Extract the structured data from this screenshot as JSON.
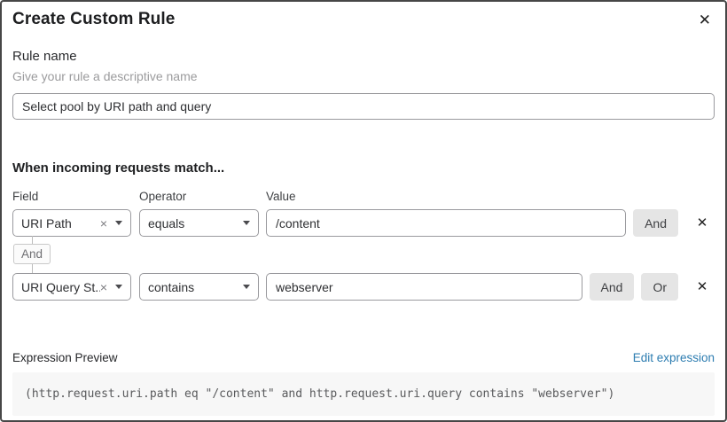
{
  "dialog": {
    "title": "Create Custom Rule"
  },
  "icons": {
    "close": "✕",
    "clear": "×",
    "delete_row": "✕"
  },
  "rule_name": {
    "label": "Rule name",
    "hint": "Give your rule a descriptive name",
    "value": "Select pool by URI path and query"
  },
  "match_section": {
    "heading": "When incoming requests match...",
    "columns": {
      "field": "Field",
      "operator": "Operator",
      "value": "Value"
    },
    "rows": [
      {
        "field": "URI Path",
        "operator": "equals",
        "value": "/content",
        "buttons": [
          "And"
        ]
      },
      {
        "field": "URI Query St...",
        "operator": "contains",
        "value": "webserver",
        "buttons": [
          "And",
          "Or"
        ]
      }
    ],
    "connector": "And"
  },
  "expression": {
    "label": "Expression Preview",
    "edit_link": "Edit expression",
    "code": "(http.request.uri.path eq \"/content\" and http.request.uri.query contains \"webserver\")"
  },
  "colors": {
    "link_blue": "#2c7cb0",
    "button_gray": "#e5e5e5",
    "code_bg": "#f7f7f7",
    "modal_border": "#474747"
  }
}
